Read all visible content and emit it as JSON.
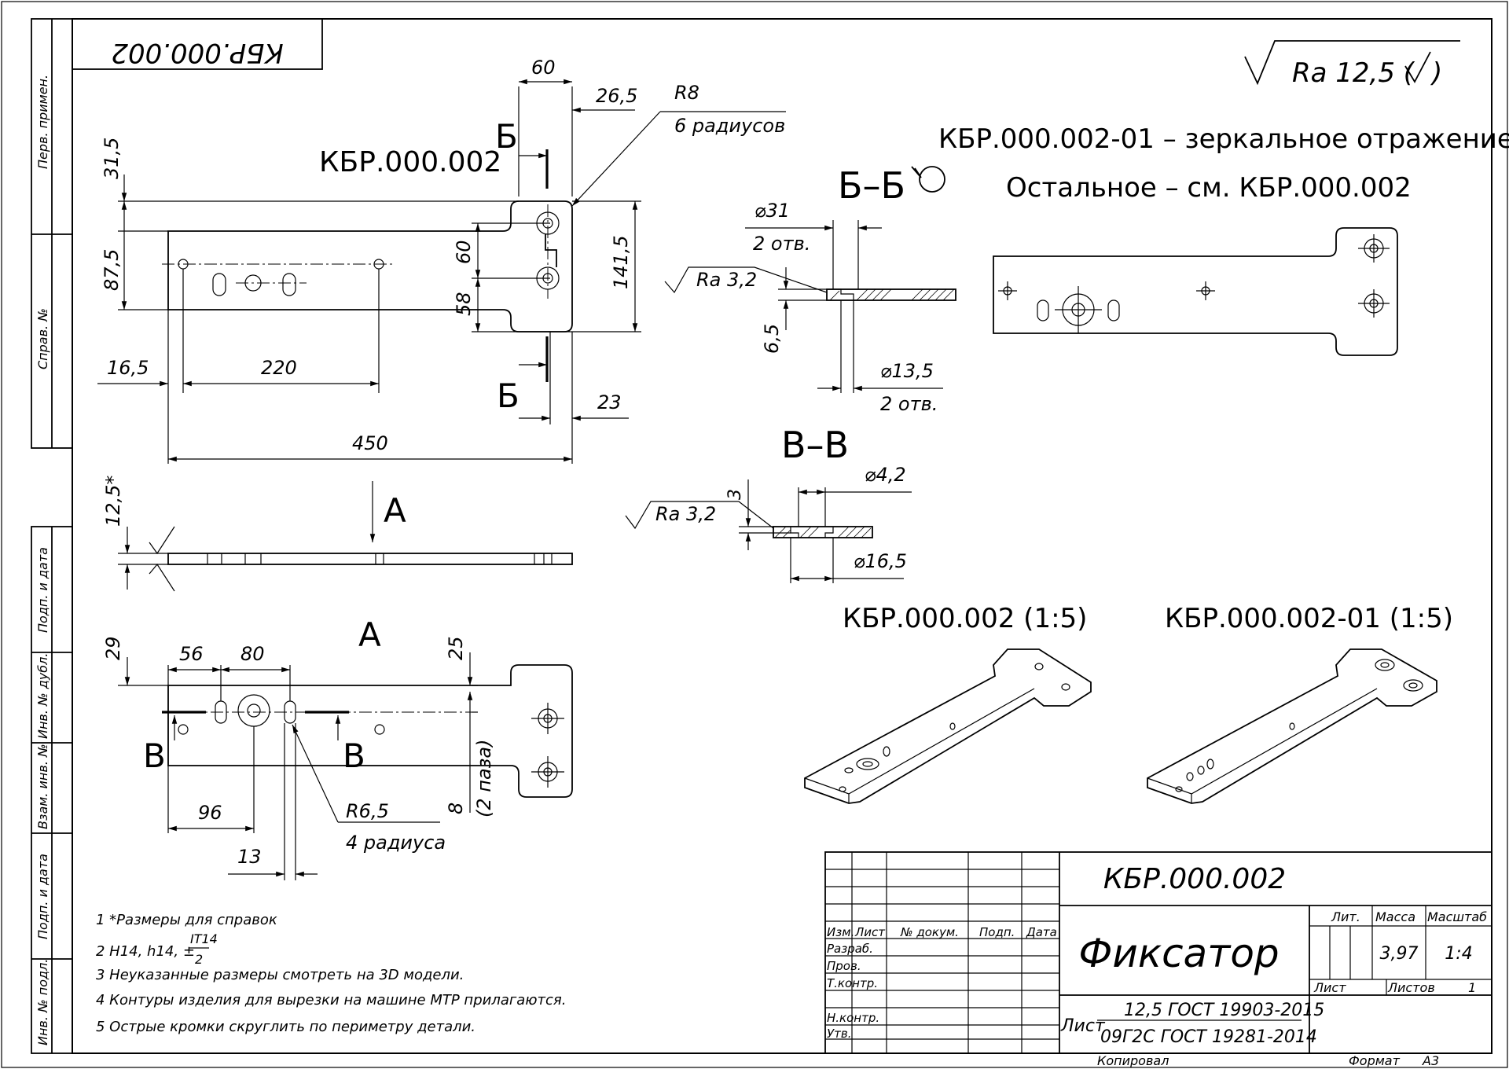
{
  "designation_rotated": "КБР.000.002",
  "roughness_general": "Ra 12,5 (√)",
  "roughness_general_parts": {
    "value": "Ra 12,5 (",
    "close": ")"
  },
  "mirror_note": "КБР.000.002-01 – зеркальное отражение",
  "rest_note": "Остальное – см. КБР.000.002",
  "main_view": {
    "label": "КБР.000.002",
    "section_mark": "Б",
    "dims": {
      "top_width": "60",
      "right_offset": "26,5",
      "radius": "R8",
      "radius_note": "6 радиусов",
      "height_31_5": "31,5",
      "height_87_5": "87,5",
      "inner_60": "60",
      "inner_58": "58",
      "total_141_5": "141,5",
      "left_16_5": "16,5",
      "span_220": "220",
      "bottom_23": "23",
      "total_450": "450"
    }
  },
  "side_view": {
    "thickness": "12,5*",
    "view_mark": "А"
  },
  "view_a": {
    "title": "А",
    "section_mark": "В",
    "dims": {
      "d29": "29",
      "d56": "56",
      "d80": "80",
      "d25": "25",
      "d96": "96",
      "d13": "13",
      "d8": "8",
      "slots": "(2 паза)",
      "radius": "R6,5",
      "radius_note": "4 радиуса"
    }
  },
  "section_bb": {
    "title": "Б–Б",
    "d31": "⌀31",
    "d31_note": "2 отв.",
    "roughness": "Ra 3,2",
    "d6_5": "6,5",
    "d13_5": "⌀13,5",
    "d13_5_note": "2 отв."
  },
  "section_vv": {
    "title": "В–В",
    "d4_2": "⌀4,2",
    "d3": "3",
    "roughness": "Ra 3,2",
    "d16_5": "⌀16,5"
  },
  "iso_labels": {
    "left": "КБР.000.002 (1:5)",
    "right": "КБР.000.002-01 (1:5)"
  },
  "notes": [
    "1  *Размеры для справок",
    "2  H14, h14, ±",
    "3  Неуказанные размеры смотреть на 3D модели.",
    "4  Контуры изделия для вырезки на машине МТР прилагаются.",
    "5  Острые кромки скруглить по периметру детали."
  ],
  "note2_fraction": {
    "num": "IT14",
    "den": "2"
  },
  "side_stamp": [
    "Перв. примен.",
    "Справ. №",
    "Подп. и дата",
    "Инв. № дубл.",
    "Взам. инв. №",
    "Подп. и дата",
    "Инв. № подл."
  ],
  "title_block": {
    "designation": "КБР.000.002",
    "name": "Фиксатор",
    "col_headers": [
      "Изм.",
      "Лист",
      "№ докум.",
      "Подп.",
      "Дата"
    ],
    "row_labels": [
      "Разраб.",
      "Пров.",
      "Т.контр.",
      "",
      "Н.контр.",
      "Утв."
    ],
    "lit": "Лит.",
    "mass_label": "Масса",
    "scale_label": "Масштаб",
    "mass": "3,97",
    "scale": "1:4",
    "sheet_label": "Лист",
    "sheets_label": "Листов",
    "sheets": "1",
    "material_1": "12,5 ГОСТ 19903-2015",
    "material_prefix": "Лист",
    "material_2": "09Г2С ГОСТ 19281-2014",
    "copied": "Копировал",
    "format_label": "Формат",
    "format": "А3"
  }
}
